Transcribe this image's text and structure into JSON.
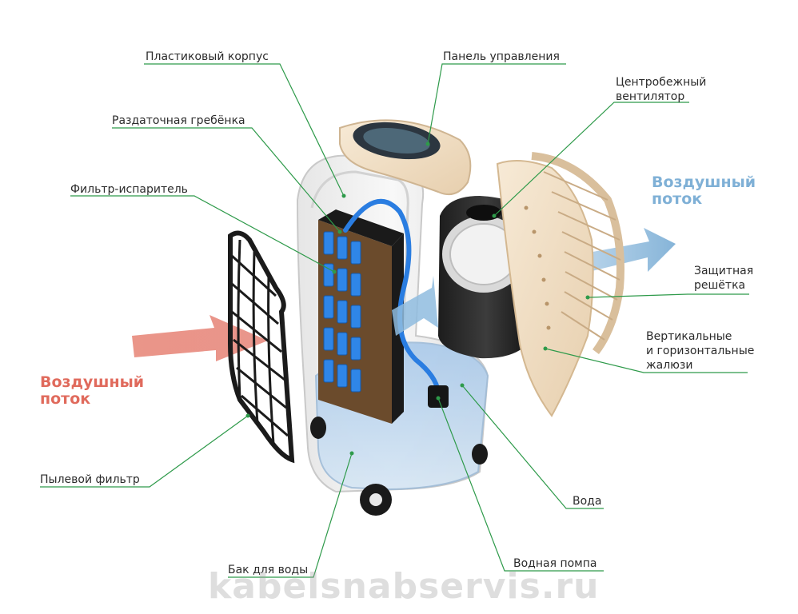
{
  "labels": {
    "plastic_body": "Пластиковый корпус",
    "control_panel": "Панель управления",
    "dispenser_comb": "Раздаточная гребёнка",
    "centrifugal_fan": "Центробежный\nвентилятор",
    "evaporator_filter": "Фильтр-испаритель",
    "airflow_out": "Воздушный\nпоток",
    "protective_grille": "Защитная\nрешётка",
    "louvers": "Вертикальные\nи горизонтальные\nжалюзи",
    "airflow_in": "Воздушный\nпоток",
    "dust_filter": "Пылевой фильтр",
    "water": "Вода",
    "water_tank": "Бак для воды",
    "water_pump": "Водная помпа"
  },
  "watermark": "kabelsnabservis.ru",
  "colors": {
    "leader_line": "#2e9a4a",
    "airflow_in": "#e06a5c",
    "airflow_out": "#7fb0d6",
    "body": "#f0f0f0",
    "panel_beige": "#f3e3cc",
    "filter_blue": "#2a7de1",
    "water": "#b8d4ee"
  }
}
